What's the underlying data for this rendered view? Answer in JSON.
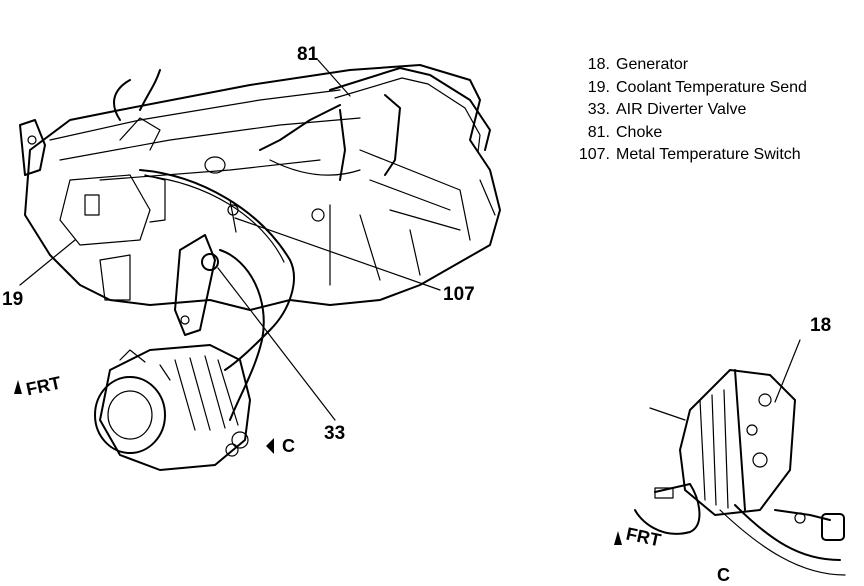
{
  "legend": [
    {
      "number": "18.",
      "label": "Generator"
    },
    {
      "number": "19.",
      "label": "Coolant Temperature Send"
    },
    {
      "number": "33.",
      "label": "AIR Diverter Valve"
    },
    {
      "number": "81.",
      "label": "Choke"
    },
    {
      "number": "107.",
      "label": "Metal Temperature Switch"
    }
  ],
  "callouts": {
    "c81": "81",
    "c19": "19",
    "c107": "107",
    "c33": "33",
    "c18": "18"
  },
  "direction_labels": {
    "frt_main": "FRT",
    "frt_detail": "FRT",
    "view_c_main": "C",
    "view_c_detail": "C"
  }
}
